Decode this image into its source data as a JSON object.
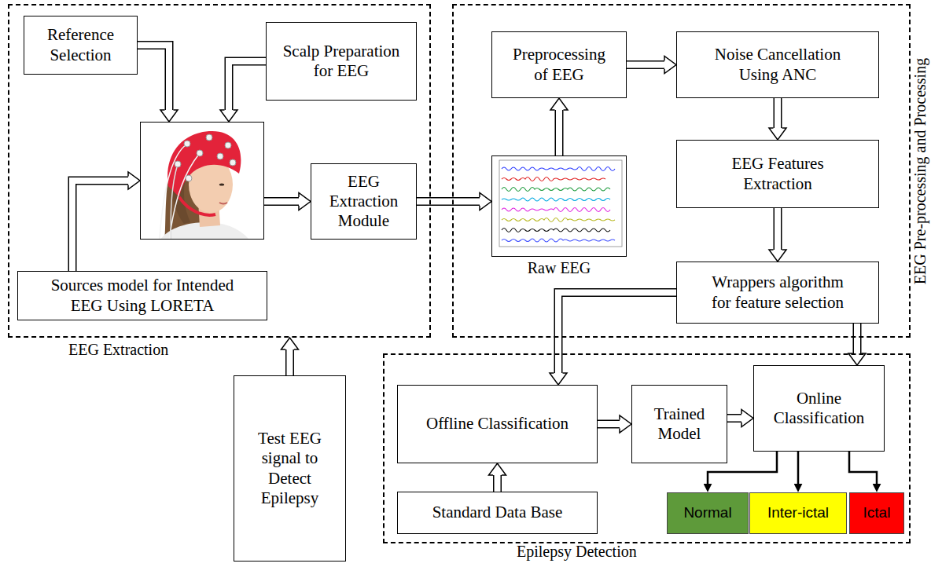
{
  "diagram": {
    "nodes": [
      {
        "text": [
          "EEG Extraction"
        ]
      },
      {
        "text": [
          "Reference Selection"
        ],
        "in": 0
      },
      {
        "text": [
          "Scalp Preparation for EEG"
        ],
        "in": 0
      },
      {
        "text": [],
        "in": 0
      },
      {
        "text": [
          "Sources model for Intended EEG Using LORETA"
        ],
        "in": 0
      },
      {
        "text": [
          "EEG Extraction Module"
        ],
        "in": 0
      },
      {
        "text": [
          "EEG Pre-processing and Processing"
        ]
      },
      {
        "text": [
          "Raw EEG"
        ],
        "in": 6
      },
      {
        "text": [
          "Preprocessing of EEG"
        ],
        "in": 6
      },
      {
        "text": [
          "Noise Cancellation Using ANC"
        ],
        "in": 6
      },
      {
        "text": [
          "EEG Features Extraction"
        ],
        "in": 6
      },
      {
        "text": [
          "Wrappers algorithm for feature selection"
        ],
        "in": 6
      },
      {
        "text": [
          "Test EEG signal to Detect Epilepsy"
        ]
      },
      {
        "text": [
          "Epilepsy Detection"
        ]
      },
      {
        "text": [
          "Offline Classification"
        ],
        "in": 13
      },
      {
        "text": [
          "Trained Model"
        ],
        "in": 13
      },
      {
        "text": [
          "Online Classification"
        ],
        "in": 13
      },
      {
        "text": [
          "Standard Data Base"
        ],
        "in": 13
      },
      {
        "text": [
          "Normal"
        ],
        "in": 13
      },
      {
        "text": [
          "Inter-ictal"
        ],
        "in": 13
      },
      {
        "text": [
          "Ictal"
        ],
        "in": 13
      }
    ],
    "edges": [
      {
        "from": 1,
        "to": 3,
        "arrow": "to"
      },
      {
        "from": 2,
        "to": 3,
        "arrow": "to"
      },
      {
        "from": 4,
        "to": 3,
        "arrow": "to"
      },
      {
        "from": 3,
        "to": 5,
        "arrow": "to"
      },
      {
        "from": 5,
        "to": 7,
        "arrow": "to"
      },
      {
        "from": 7,
        "to": 8,
        "arrow": "to"
      },
      {
        "from": 8,
        "to": 9,
        "arrow": "to"
      },
      {
        "from": 9,
        "to": 10,
        "arrow": "to"
      },
      {
        "from": 10,
        "to": 11,
        "arrow": "to"
      },
      {
        "from": 11,
        "to": 14,
        "arrow": "to"
      },
      {
        "from": 11,
        "to": 16,
        "arrow": "to"
      },
      {
        "from": 12,
        "to": 0,
        "arrow": "to"
      },
      {
        "from": 17,
        "to": 14,
        "arrow": "to"
      },
      {
        "from": 14,
        "to": 15,
        "arrow": "to"
      },
      {
        "from": 15,
        "to": 16,
        "arrow": "to"
      },
      {
        "from": 16,
        "to": 18,
        "arrow": "to"
      },
      {
        "from": 16,
        "to": 19,
        "arrow": "to"
      },
      {
        "from": 16,
        "to": 20,
        "arrow": "to"
      }
    ]
  }
}
